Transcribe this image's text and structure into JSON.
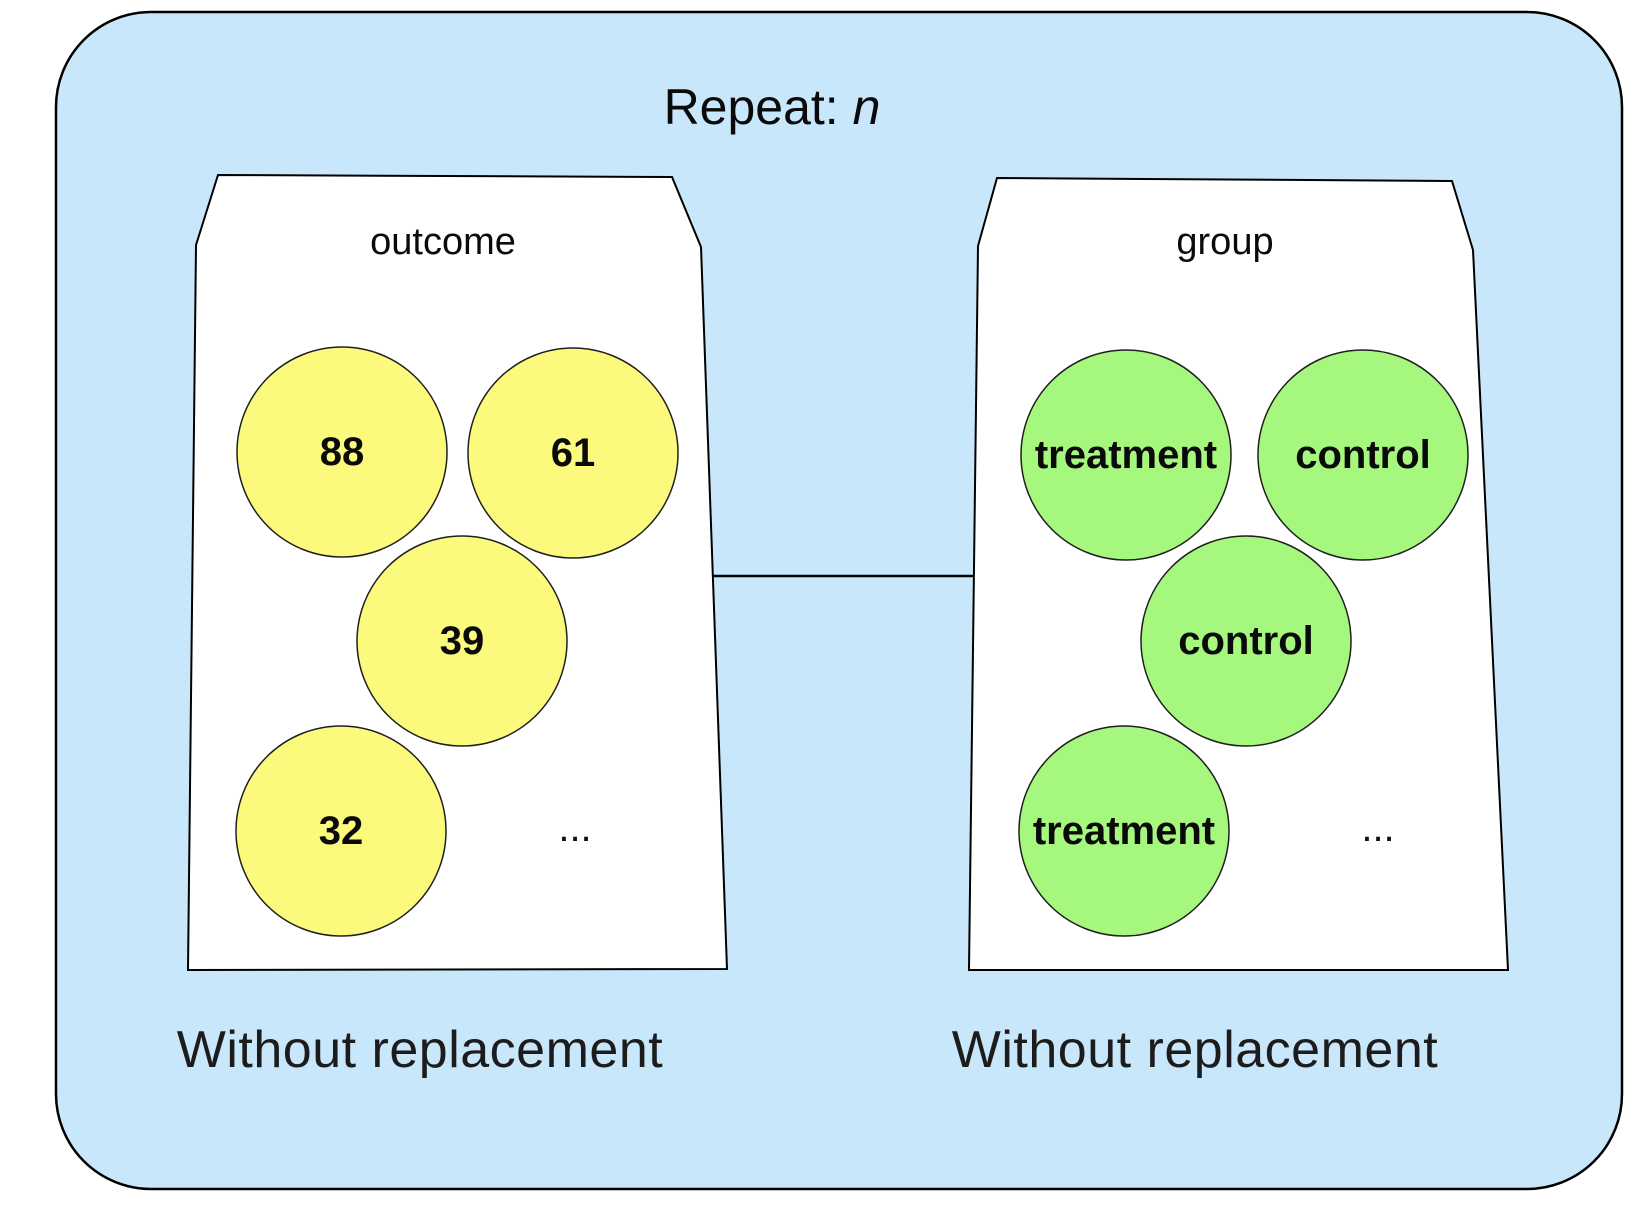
{
  "title": {
    "prefix": "Repeat: ",
    "variable": "n"
  },
  "colors": {
    "background": "#c9e7fb",
    "panel_fill": "#ffffff",
    "outline": "#000000",
    "outcome_ball": "#fcfa7d",
    "group_ball": "#a5f77e"
  },
  "panels": [
    {
      "label": "outcome",
      "balls": [
        "88",
        "61",
        "39",
        "32"
      ],
      "ellipsis": "...",
      "caption": "Without replacement"
    },
    {
      "label": "group",
      "balls": [
        "treatment",
        "control",
        "control",
        "treatment"
      ],
      "ellipsis": "...",
      "caption": "Without replacement"
    }
  ]
}
